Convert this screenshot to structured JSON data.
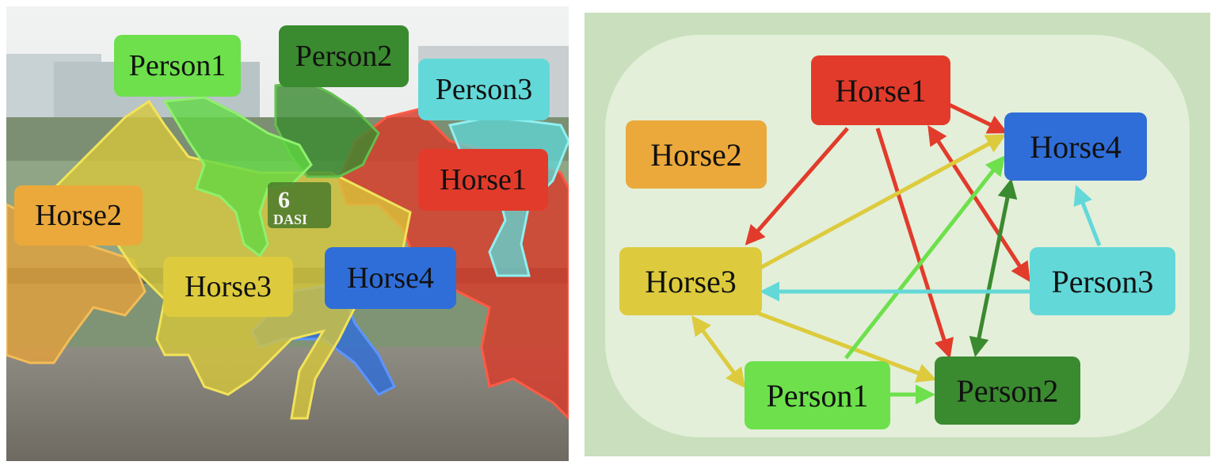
{
  "colors": {
    "Horse1": "#e23b2b",
    "Horse2": "#eba93b",
    "Horse3": "#ddcb3d",
    "Horse4": "#2f6ed8",
    "Person1": "#6de04c",
    "Person2": "#3a8a2f",
    "Person3": "#63d8d8",
    "graph_bg": "#c9dfbd",
    "graph_inner": "#e3efd9"
  },
  "image_panel": {
    "labels": {
      "person1": "Person1",
      "person2": "Person2",
      "person3": "Person3",
      "horse1": "Horse1",
      "horse2": "Horse2",
      "horse3": "Horse3",
      "horse4": "Horse4"
    },
    "bib_number": "6",
    "bib_text": "DASI"
  },
  "graph_panel": {
    "nodes": {
      "horse1": "Horse1",
      "horse2": "Horse2",
      "horse3": "Horse3",
      "horse4": "Horse4",
      "person1": "Person1",
      "person2": "Person2",
      "person3": "Person3"
    },
    "edges": [
      {
        "from": "Horse1",
        "to": "Horse4",
        "color": "Horse1",
        "bidirectional": false
      },
      {
        "from": "Horse1",
        "to": "Horse3",
        "color": "Horse1",
        "bidirectional": false
      },
      {
        "from": "Horse1",
        "to": "Person2",
        "color": "Horse1",
        "bidirectional": false
      },
      {
        "from": "Horse1",
        "to": "Person3",
        "color": "Horse1",
        "bidirectional": true
      },
      {
        "from": "Horse3",
        "to": "Horse4",
        "color": "Horse3",
        "bidirectional": false
      },
      {
        "from": "Horse3",
        "to": "Person2",
        "color": "Horse3",
        "bidirectional": false
      },
      {
        "from": "Horse3",
        "to": "Person1",
        "color": "Horse3",
        "bidirectional": true
      },
      {
        "from": "Person1",
        "to": "Horse4",
        "color": "Person1",
        "bidirectional": false
      },
      {
        "from": "Person1",
        "to": "Person2",
        "color": "Person1",
        "bidirectional": false
      },
      {
        "from": "Person2",
        "to": "Horse4",
        "color": "Person2",
        "bidirectional": true
      },
      {
        "from": "Person3",
        "to": "Horse4",
        "color": "Person3",
        "bidirectional": false
      },
      {
        "from": "Person3",
        "to": "Horse3",
        "color": "Person3",
        "bidirectional": false
      }
    ]
  }
}
